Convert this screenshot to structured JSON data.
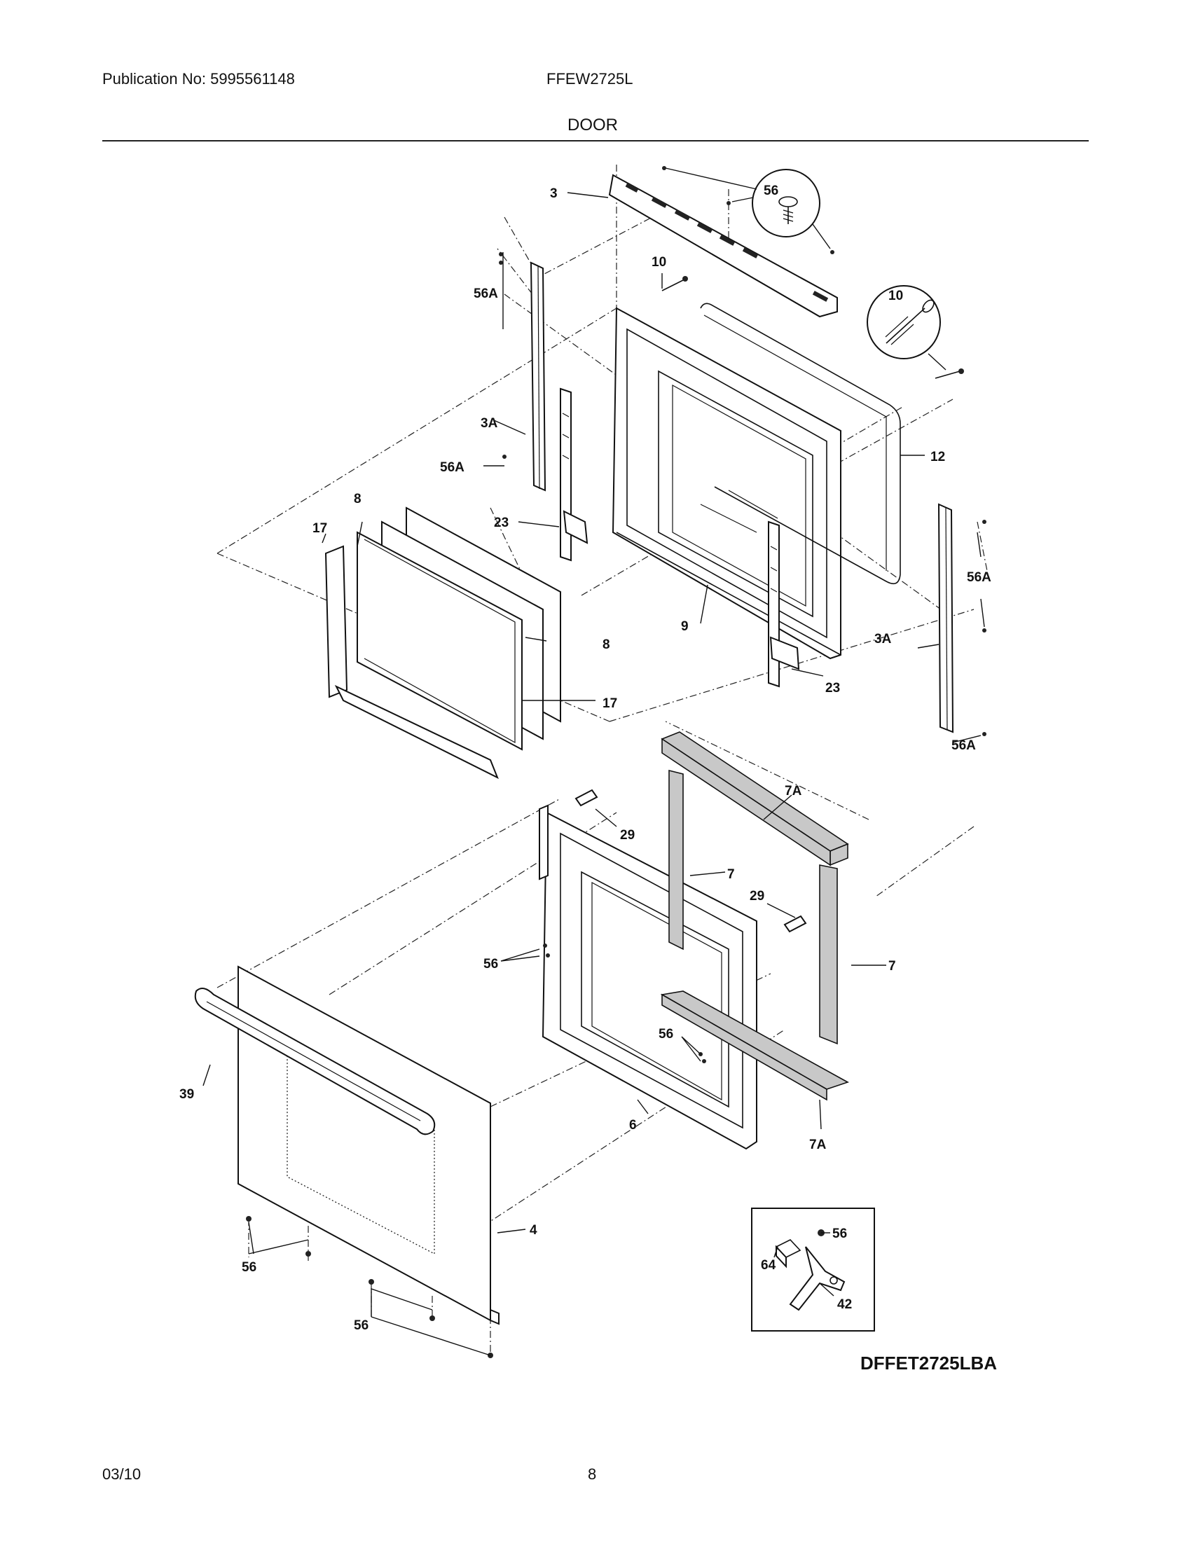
{
  "header": {
    "publication": "Publication No: 5995561148",
    "model": "FFEW2725L",
    "section": "DOOR"
  },
  "footer": {
    "date": "03/10",
    "page": "8"
  },
  "diagram": {
    "id": "DFFET2725LBA",
    "callouts": [
      "3",
      "56",
      "10",
      "56A",
      "3A",
      "56A",
      "10",
      "12",
      "8",
      "17",
      "23",
      "9",
      "8",
      "17",
      "56A",
      "3A",
      "23",
      "56A",
      "7A",
      "29",
      "7",
      "29",
      "56",
      "7",
      "56",
      "39",
      "6",
      "7A",
      "4",
      "56",
      "56",
      "64",
      "42"
    ]
  }
}
